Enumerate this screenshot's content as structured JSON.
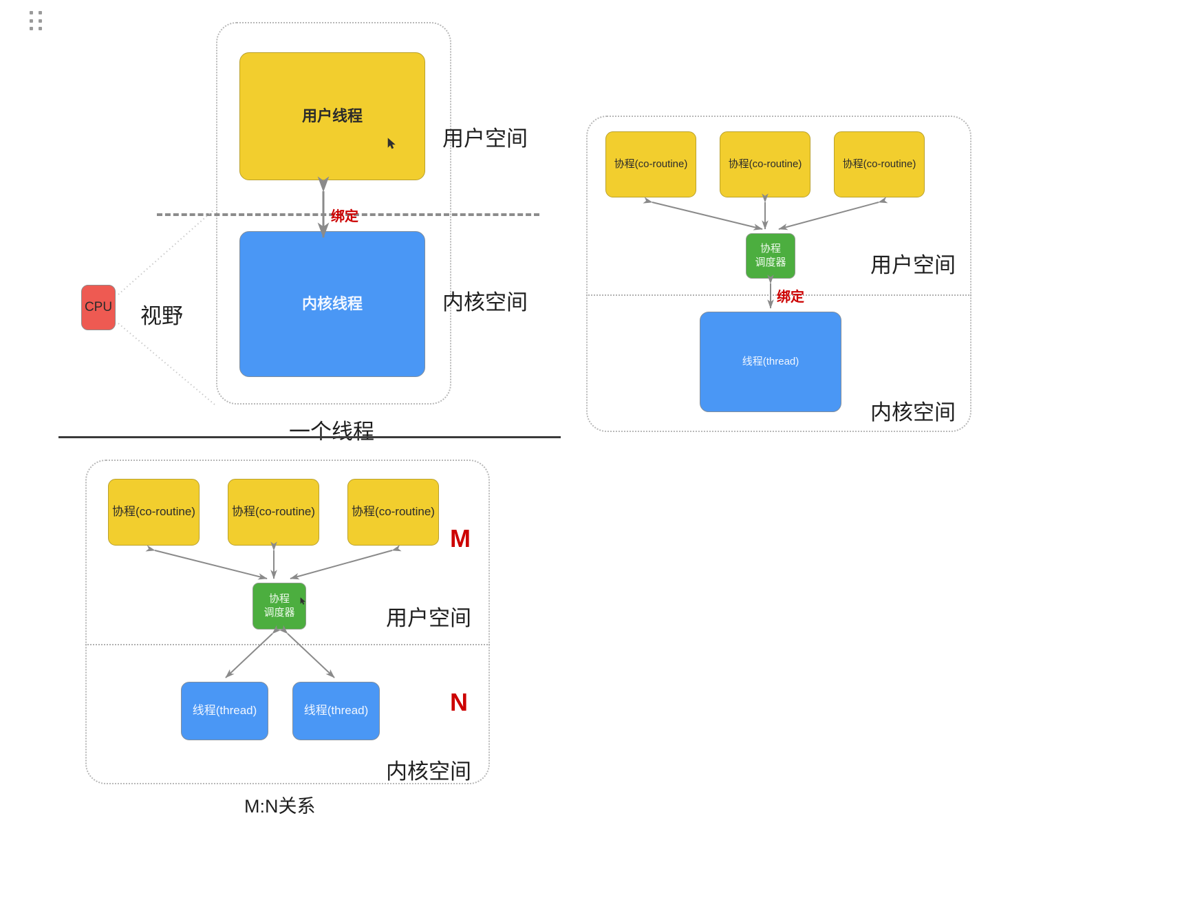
{
  "page": {
    "background": "#ffffff",
    "drag_handle_icon": "drag-dots-icon"
  },
  "colors": {
    "coroutine_yellow": "#F2CE2E",
    "thread_blue": "#4A97F5",
    "scheduler_green": "#4CAE3F",
    "cpu_red": "#EE5A52",
    "accent_red_text": "#CC0000",
    "dotted_gray": "#B7B7B7"
  },
  "panel_one_one": {
    "caption": "一个线程",
    "user_space_label": "用户空间",
    "kernel_space_label": "内核空间",
    "bind_label": "绑定",
    "view_label": "视野",
    "user_thread_box": "用户线程",
    "kernel_thread_box": "内核线程",
    "cpu_box": "CPU"
  },
  "panel_one_n": {
    "user_space_label": "用户空间",
    "kernel_space_label": "内核空间",
    "bind_label": "绑定",
    "coroutines": [
      "协程(co-routine)",
      "协程(co-routine)",
      "协程(co-routine)"
    ],
    "scheduler_line1": "协程",
    "scheduler_line2": "调度器",
    "thread_box": "线程(thread)"
  },
  "panel_m_n": {
    "caption": "M:N关系",
    "user_space_label": "用户空间",
    "kernel_space_label": "内核空间",
    "m_label": "M",
    "n_label": "N",
    "coroutines": [
      "协程(co-routine)",
      "协程(co-routine)",
      "协程(co-routine)"
    ],
    "scheduler_line1": "协程",
    "scheduler_line2": "调度器",
    "threads": [
      "线程(thread)",
      "线程(thread)"
    ]
  }
}
